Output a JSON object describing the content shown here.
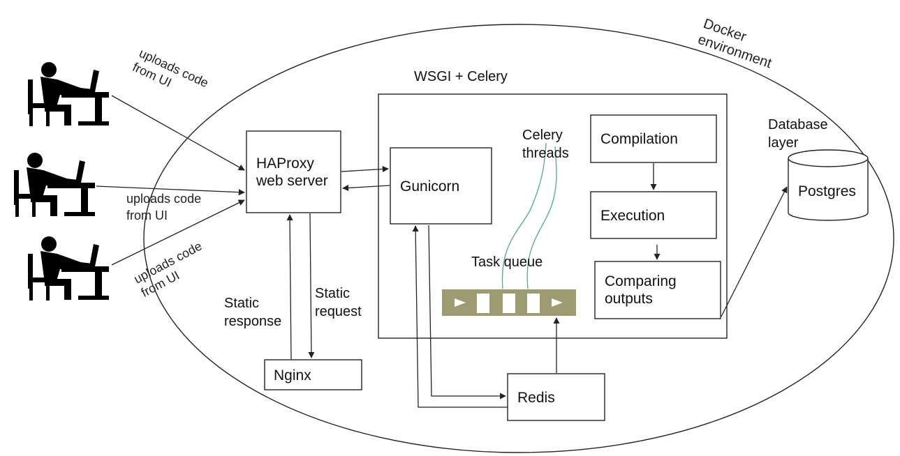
{
  "docker": {
    "label": "Docker\nenvironment"
  },
  "container": {
    "label": "WSGI + Celery"
  },
  "users": [
    {
      "icon": "user-at-computer-icon",
      "annotation": "uploads code\nfrom UI"
    },
    {
      "icon": "user-at-computer-icon",
      "annotation": "uploads code\nfrom UI"
    },
    {
      "icon": "user-at-computer-icon",
      "annotation": "uploads code\nfrom UI"
    }
  ],
  "nodes": {
    "haproxy": "HAProxy\nweb server",
    "gunicorn": "Gunicorn",
    "compilation": "Compilation",
    "execution": "Execution",
    "comparing": "Comparing\noutputs",
    "nginx": "Nginx",
    "redis": "Redis",
    "postgres": "Postgres"
  },
  "labels": {
    "celery_threads": "Celery\nthreads",
    "task_queue": "Task queue",
    "static_response": "Static\nresponse",
    "static_request": "Static\nrequest",
    "database_layer": "Database\nlayer"
  },
  "colors": {
    "queue_fill": "#9e9a72",
    "thread_line": "#5fae84",
    "line": "#222222"
  }
}
